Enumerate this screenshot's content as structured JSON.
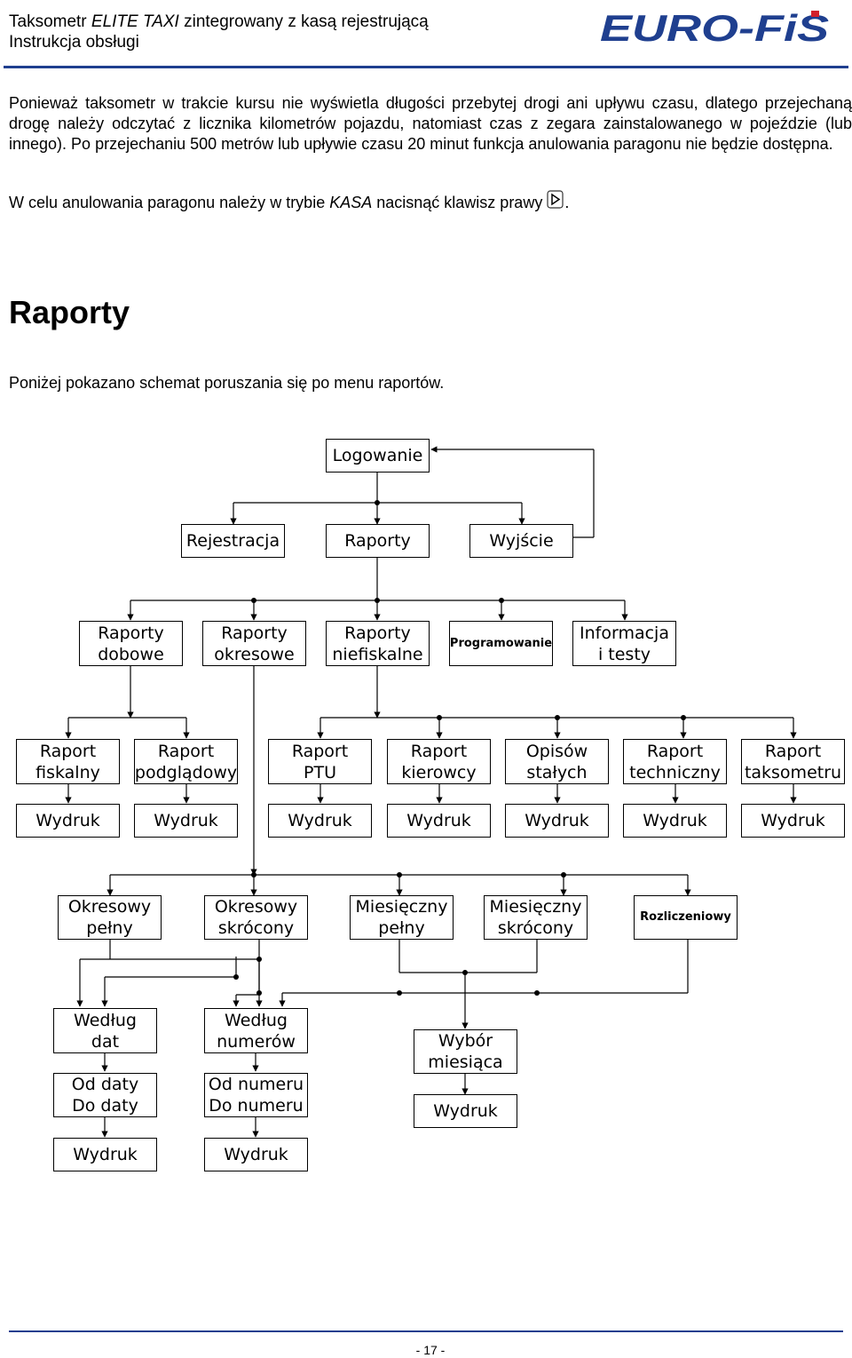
{
  "header": {
    "title_prefix": "Taksometr ",
    "title_italic": "ELITE TAXI",
    "title_suffix": " zintegrowany z kasą rejestrującą",
    "subtitle": "Instrukcja obsługi",
    "logo_text": "EURO-FiS",
    "logo_color": "#1f3f8f",
    "logo_accent": "#d21f2b"
  },
  "body": {
    "paragraph1": "Ponieważ taksometr w trakcie kursu nie wyświetla długości przebytej drogi ani upływu czasu, dlatego przejechaną drogę należy odczytać z licznika kilometrów pojazdu, natomiast czas z zegara zainstalowanego w pojeździe (lub innego). Po przejechaniu 500 metrów lub upływie czasu 20 minut funkcja anulowania paragonu nie będzie dostępna.",
    "paragraph2_before": "W celu anulowania paragonu należy w trybie ",
    "paragraph2_italic": "KASA",
    "paragraph2_after": " nacisnąć klawisz prawy ",
    "paragraph2_end": ".",
    "key_icon": "play-right-key-icon",
    "section_heading": "Raporty",
    "paragraph3": "Poniżej pokazano schemat poruszania się po menu raportów."
  },
  "diagram": {
    "boxes": [
      {
        "id": "logowanie",
        "label": "Logowanie"
      },
      {
        "id": "rejestracja",
        "label": "Rejestracja"
      },
      {
        "id": "raporty",
        "label": "Raporty"
      },
      {
        "id": "wyjscie",
        "label": "Wyjście"
      },
      {
        "id": "raporty-dobowe",
        "label": "Raporty\ndobowe"
      },
      {
        "id": "raporty-okresowe",
        "label": "Raporty\nokresowe"
      },
      {
        "id": "raporty-niefiskalne",
        "label": "Raporty\nniefiskalne"
      },
      {
        "id": "programowanie",
        "label": "Programowanie"
      },
      {
        "id": "informacja",
        "label": "Informacja\ni testy"
      },
      {
        "id": "raport-fiskalny",
        "label": "Raport\nfiskalny"
      },
      {
        "id": "raport-podgladowy",
        "label": "Raport\npodglądowy"
      },
      {
        "id": "raport-ptu",
        "label": "Raport\nPTU"
      },
      {
        "id": "raport-kierowcy",
        "label": "Raport\nkierowcy"
      },
      {
        "id": "opisow-stalych",
        "label": "Opisów\nstałych"
      },
      {
        "id": "raport-techniczny",
        "label": "Raport\ntechniczny"
      },
      {
        "id": "raport-taksometru",
        "label": "Raport\ntaksometru"
      },
      {
        "id": "wydruk-1",
        "label": "Wydruk"
      },
      {
        "id": "wydruk-2",
        "label": "Wydruk"
      },
      {
        "id": "wydruk-3",
        "label": "Wydruk"
      },
      {
        "id": "wydruk-4",
        "label": "Wydruk"
      },
      {
        "id": "wydruk-5",
        "label": "Wydruk"
      },
      {
        "id": "wydruk-6",
        "label": "Wydruk"
      },
      {
        "id": "wydruk-7",
        "label": "Wydruk"
      },
      {
        "id": "okresowy-pelny",
        "label": "Okresowy\npełny"
      },
      {
        "id": "okresowy-skrocony",
        "label": "Okresowy\nskrócony"
      },
      {
        "id": "miesieczny-pelny",
        "label": "Miesięczny\npełny"
      },
      {
        "id": "miesieczny-skrocony",
        "label": "Miesięczny\nskrócony"
      },
      {
        "id": "rozliczeniowy",
        "label": "Rozliczeniowy"
      },
      {
        "id": "wedlug-dat",
        "label": "Według\ndat"
      },
      {
        "id": "wedlug-numerow",
        "label": "Według\nnumerów"
      },
      {
        "id": "od-daty",
        "label": "Od daty\nDo daty"
      },
      {
        "id": "od-numeru",
        "label": "Od numeru\nDo numeru"
      },
      {
        "id": "wydruk-dat",
        "label": "Wydruk"
      },
      {
        "id": "wydruk-numerow",
        "label": "Wydruk"
      },
      {
        "id": "wybor-miesiaca",
        "label": "Wybór\nmiesiąca"
      },
      {
        "id": "wydruk-miesiaca",
        "label": "Wydruk"
      }
    ]
  },
  "footer": {
    "page_number": "- 17 -"
  }
}
